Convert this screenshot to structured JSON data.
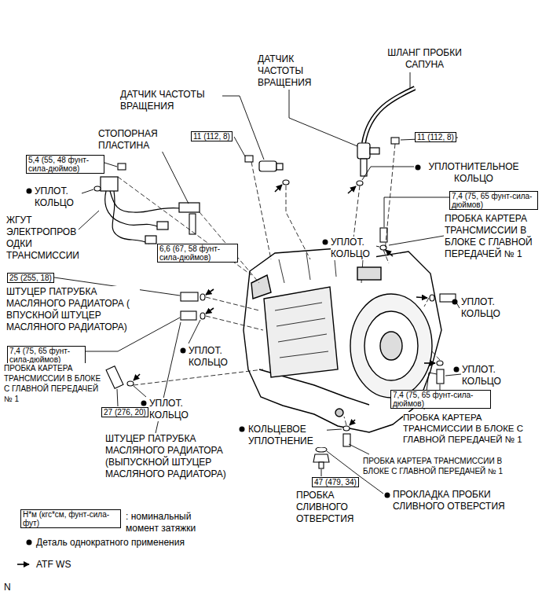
{
  "diagram": {
    "nodes": [
      {
        "text": [
          "11 (112, 8)"
        ]
      },
      {
        "text": [
          "11 (112, 8)"
        ]
      },
      {
        "text": [
          "5,4 (55, 48 фунт-сила-дюймов)"
        ]
      },
      {
        "text": [
          "7,4 (75, 65 фунт-сила-дюймов)"
        ]
      },
      {
        "text": [
          "6,6 (67, 58 фунт-сила-дюймов)"
        ]
      },
      {
        "text": [
          "25 (255, 18)"
        ]
      },
      {
        "text": [
          "7,4 (75, 65 фунт-сила-дюймов)"
        ]
      },
      {
        "text": [
          "27 (276, 20)"
        ]
      },
      {
        "text": [
          "7,4 (75, 65 фунт-сила-дюймов)"
        ]
      },
      {
        "text": [
          "47 (479, 34)"
        ]
      },
      {
        "text": [
          "Н*м (кгс*см, фунт-сила-фут)"
        ]
      }
    ],
    "edges": [],
    "labels": [
      "ДАТЧИК ЧАСТОТЫ ВРАЩЕНИЯ",
      "ШЛАНГ ПРОБКИ САПУНА",
      "ДАТЧИК ЧАСТОТЫ ВРАЩЕНИЯ",
      "СТОПОРНАЯ ПЛАСТИНА",
      "УПЛОТ. КОЛЬЦО",
      "ЖГУТ ЭЛЕКТРОПРОВ ОДКИ ТРАНСМИССИИ",
      "УПЛОТНИТЕЛЬНОЕ КОЛЬЦО",
      "ПРОБКА КАРТЕРА ТРАНСМИССИИ В БЛОКЕ С ГЛАВНОЙ ПЕРЕДАЧЕЙ № 1",
      "УПЛОТ. КОЛЬЦО",
      "УПЛОТ. КОЛЬЦО",
      "ШТУЦЕР ПАТРУБКА МАСЛЯНОГО РАДИАТОРА ( ВПУСКНОЙ ШТУЦЕР МАСЛЯНОГО РАДИАТОРА)",
      "УПЛОТ. КОЛЬЦО",
      "ПРОБКА КАРТЕРА ТРАНСМИССИИ В БЛОКЕ С ГЛАВНОЙ ПЕРЕДАЧЕЙ № 1",
      "УПЛОТ. КОЛЬЦО",
      "УПЛОТ. КОЛЬЦО",
      "ПРОБКА КАРТЕРА ТРАНСМИССИИ В БЛОКЕ С ГЛАВНОЙ ПЕРЕДАЧЕЙ № 1",
      "КОЛЬЦЕВОЕ УПЛОТНЕНИЕ",
      "ШТУЦЕР ПАТРУБКА МАСЛЯНОГО РАДИАТОРА (ВЫПУСКНОЙ ШТУЦЕР МАСЛЯНОГО РАДИАТОРА)",
      "ПРОБКА КАРТЕРА ТРАНСМИССИИ В БЛОКЕ С ГЛАВНОЙ ПЕРЕДАЧЕЙ № 1",
      "ПРОБКА СЛИВНОГО ОТВЕРСТИЯ",
      "ПРОКЛАДКА ПРОБКИ СЛИВНОГО ОТВЕРСТИЯ",
      ": номинальный момент затяжки",
      "N"
    ],
    "legend": [
      {
        "text": "Деталь однократного применения"
      },
      {
        "text": "ATF WS"
      }
    ]
  }
}
